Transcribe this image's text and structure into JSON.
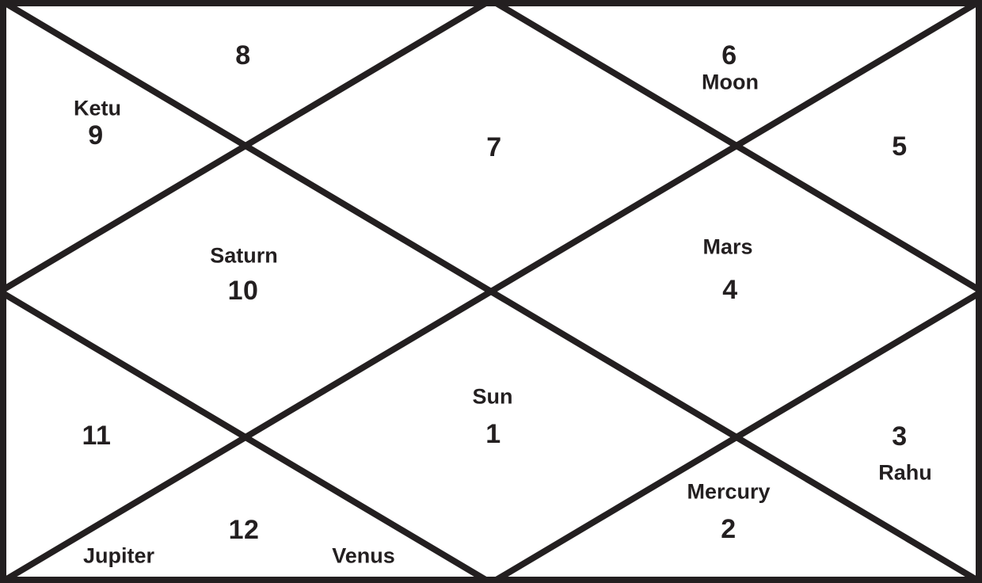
{
  "chart": {
    "name": "North Indian style Vedic horoscope (kundali) chart",
    "style": "north-indian-diamond",
    "line_color": "#231f20",
    "text_color": "#231f20",
    "houses": {
      "h1": {
        "region": "bottom-center-diamond",
        "sign": "1",
        "planets": [
          "Sun"
        ]
      },
      "h2": {
        "region": "bottom-right-bottom-triangle",
        "sign": "2",
        "planets": [
          "Mercury"
        ]
      },
      "h3": {
        "region": "bottom-right-side-triangle",
        "sign": "3",
        "planets": [
          "Rahu"
        ]
      },
      "h4": {
        "region": "right-center-diamond",
        "sign": "4",
        "planets": [
          "Mars"
        ]
      },
      "h5": {
        "region": "top-right-side-triangle",
        "sign": "5",
        "planets": []
      },
      "h6": {
        "region": "top-right-top-triangle",
        "sign": "6",
        "planets": [
          "Moon"
        ]
      },
      "h7": {
        "region": "top-center-diamond",
        "sign": "7",
        "planets": []
      },
      "h8": {
        "region": "top-left-top-triangle",
        "sign": "8",
        "planets": []
      },
      "h9": {
        "region": "top-left-side-triangle",
        "sign": "9",
        "planets": [
          "Ketu"
        ]
      },
      "h10": {
        "region": "left-center-diamond",
        "sign": "10",
        "planets": [
          "Saturn"
        ]
      },
      "h11": {
        "region": "bottom-left-side-triangle",
        "sign": "11",
        "planets": []
      },
      "h12": {
        "region": "bottom-left-bottom-triangle",
        "sign": "12",
        "planets": [
          "Jupiter",
          "Venus"
        ]
      }
    }
  }
}
